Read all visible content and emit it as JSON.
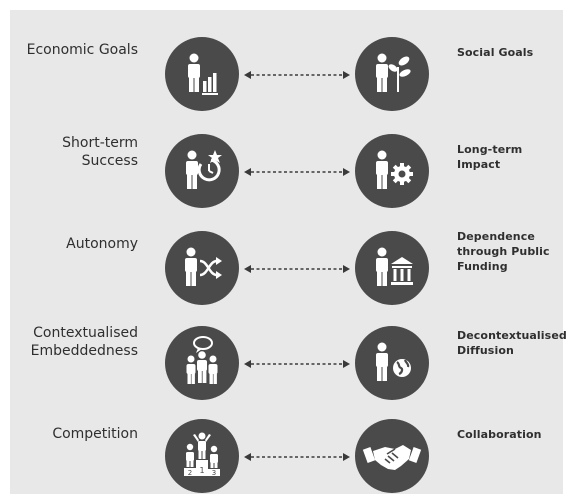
{
  "rows": [
    {
      "left": "Economic Goals",
      "right": "Social Goals",
      "left_icon": "person-bar-chart-icon",
      "right_icon": "person-plant-icon"
    },
    {
      "left": "Short-term\nSuccess",
      "right": "Long-term\nImpact",
      "left_icon": "person-star-clock-icon",
      "right_icon": "person-gear-icon"
    },
    {
      "left": "Autonomy",
      "right": "Dependence\nthrough Public\nFunding",
      "left_icon": "person-shuffle-icon",
      "right_icon": "person-institution-icon"
    },
    {
      "left": "Contextualised\nEmbeddedness",
      "right": "Decontextualised\nDiffusion",
      "left_icon": "people-speech-bubble-icon",
      "right_icon": "person-globe-icon"
    },
    {
      "left": "Competition",
      "right": "Collaboration",
      "left_icon": "podium-icon",
      "right_icon": "handshake-icon"
    }
  ],
  "podium": {
    "first": "1",
    "second": "2",
    "third": "3"
  },
  "colors": {
    "background": "#e8e8e8",
    "circle": "#4a4a4a",
    "icon": "#ffffff",
    "arrow": "#3a3a3a",
    "text": "#2f2f2f"
  }
}
